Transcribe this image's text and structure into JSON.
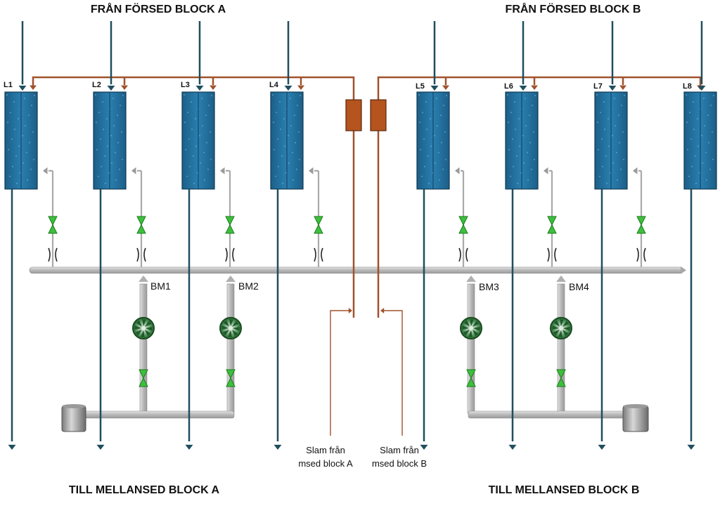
{
  "headers": {
    "top_left": "FRÅN FÖRSED BLOCK A",
    "top_right": "FRÅN FÖRSED BLOCK B",
    "bottom_left": "TILL MELLANSED BLOCK A",
    "bottom_right": "TILL MELLANSED BLOCK B"
  },
  "filters": [
    "L1",
    "L2",
    "L3",
    "L4",
    "L5",
    "L6",
    "L7",
    "L8"
  ],
  "blowers": [
    "BM1",
    "BM2",
    "BM3",
    "BM4"
  ],
  "sludge": {
    "a_line1": "Slam från",
    "a_line2": "msed block A",
    "b_line1": "Slam från",
    "b_line2": "msed block B"
  },
  "colors": {
    "water": "#1f4e5f",
    "sludge": "#a0522d",
    "air": "#c0c0c0",
    "filter": "#1f6f9f",
    "valve": "#2faa2f"
  }
}
